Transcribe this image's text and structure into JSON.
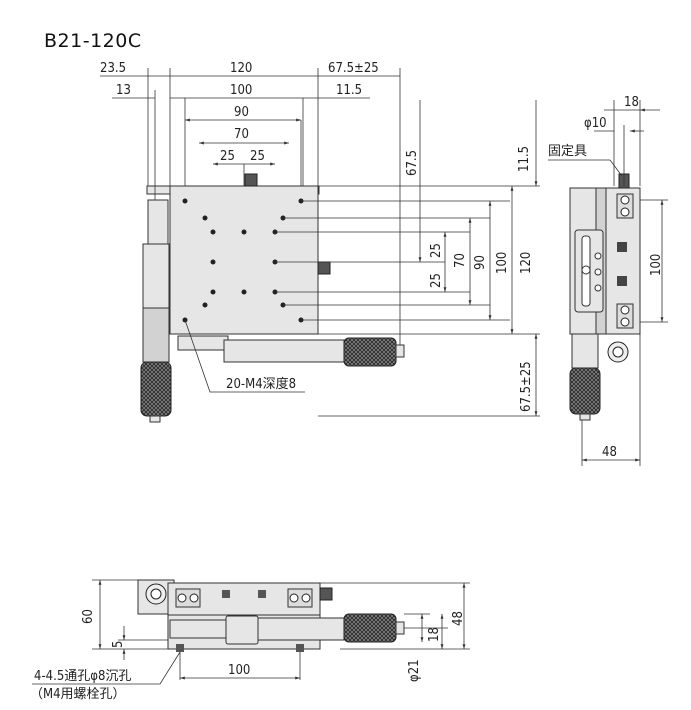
{
  "model": "B21-120C",
  "top_view": {
    "dims": {
      "d_23_5": "23.5",
      "d_13": "13",
      "d_120": "120",
      "d_100": "100",
      "d_90": "90",
      "d_70": "70",
      "d_25a": "25",
      "d_25b": "25",
      "d_67_5_pm_25": "67.5±25",
      "d_11_5": "11.5",
      "r_67_5": "67.5",
      "r_11_5": "11.5",
      "r_25a": "25",
      "r_25b": "25",
      "r_70": "70",
      "r_90": "90",
      "r_100": "100",
      "r_120": "120",
      "r_67_5_pm_25": "67.5±25"
    },
    "note_holes": "20-M4深度8"
  },
  "side_view": {
    "d_18": "18",
    "phi_10": "φ10",
    "lock_label": "固定具",
    "d_100": "100",
    "d_48": "48"
  },
  "front_view": {
    "d_60": "60",
    "d_5": "5",
    "d_100": "100",
    "d_18": "18",
    "d_48": "48",
    "phi_21": "φ21",
    "note_line1": "4-4.5通孔φ8沉孔",
    "note_line2": "（M4用螺栓孔）"
  }
}
